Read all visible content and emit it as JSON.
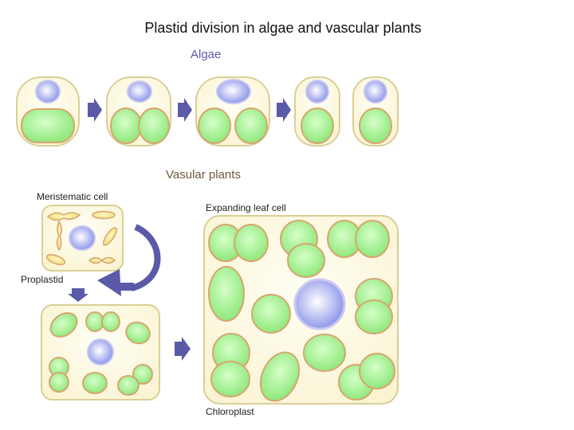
{
  "title": "Plastid division in algae and vascular plants",
  "sections": {
    "algae": "Algae",
    "vascular": "Vasular plants"
  },
  "labels": {
    "meristematic": "Meristematic cell",
    "expanding": "Expanding leaf cell",
    "proplastid": "Proplastid",
    "chloroplast": "Chloroplast"
  },
  "colors": {
    "cell_fill": "#fcf8e0",
    "cell_stroke": "#d9cf97",
    "chloroplast_fill": "#9cf08a",
    "chloroplast_stroke": "#d8a56e",
    "nucleus": "#9aa0ee",
    "arrow": "#5a5aa8",
    "proplastid_fill": "#f4e58a"
  }
}
